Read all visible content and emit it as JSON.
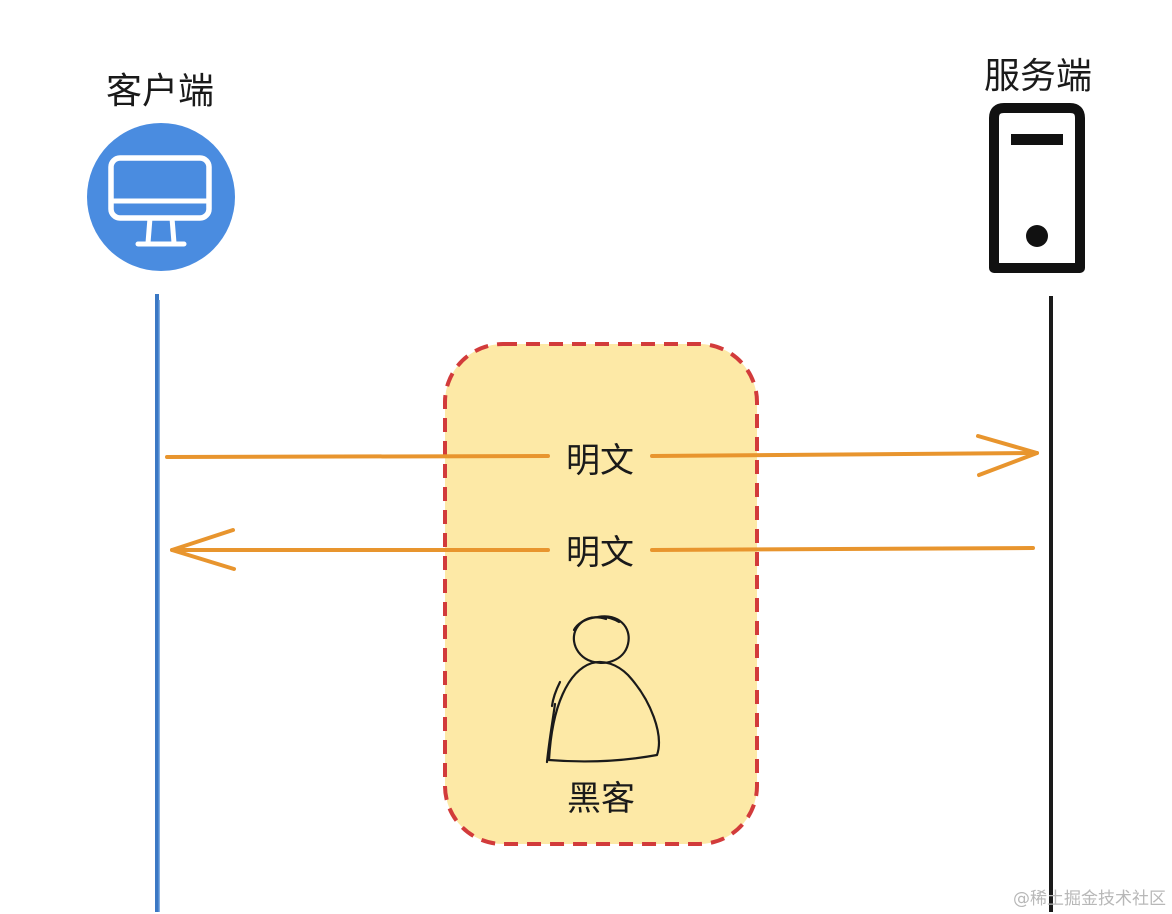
{
  "client": {
    "label": "客户端",
    "icon": "monitor-icon",
    "circle_color": "#4A8CE0",
    "line_color": "#3B78C4"
  },
  "server": {
    "label": "服务端",
    "icon": "server-tower-icon",
    "line_color": "#1a1a1a"
  },
  "messages": [
    {
      "label": "明文",
      "direction": "client-to-server"
    },
    {
      "label": "明文",
      "direction": "server-to-client"
    }
  ],
  "interceptor": {
    "label": "黑客",
    "icon": "person-icon",
    "fill_color": "#FDE9A6",
    "border_color": "#D23B3B"
  },
  "arrow_color": "#E8952E",
  "watermark": "@稀土掘金技术社区"
}
